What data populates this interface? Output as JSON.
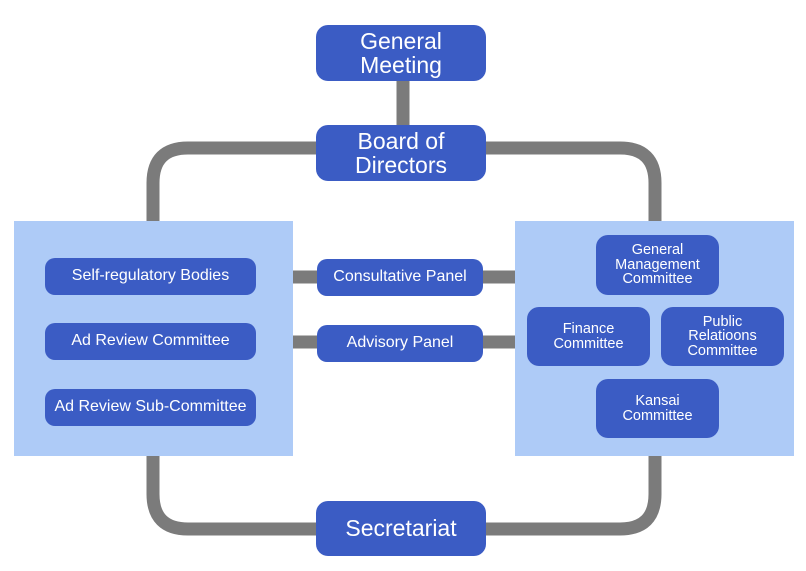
{
  "diagram": {
    "top": {
      "general_meeting": "General\nMeeting",
      "board_of_directors": "Board of\nDirectors",
      "secretariat": "Secretariat"
    },
    "left_group": {
      "items": [
        "Self-regulatory Bodies",
        "Ad Review Committee",
        "Ad Review Sub-Committee"
      ]
    },
    "center_links": {
      "consultative_panel": "Consultative Panel",
      "advisory_panel": "Advisory Panel"
    },
    "right_group": {
      "general_management": "General\nManagement\nCommittee",
      "finance": "Finance\nCommittee",
      "public_relations": "Public\nRelatioons\nCommittee",
      "kansai": "Kansai\nCommittee"
    },
    "colors": {
      "node": "#3b5cc4",
      "panel": "#aecbf7",
      "connector": "#7b7b7b"
    }
  }
}
